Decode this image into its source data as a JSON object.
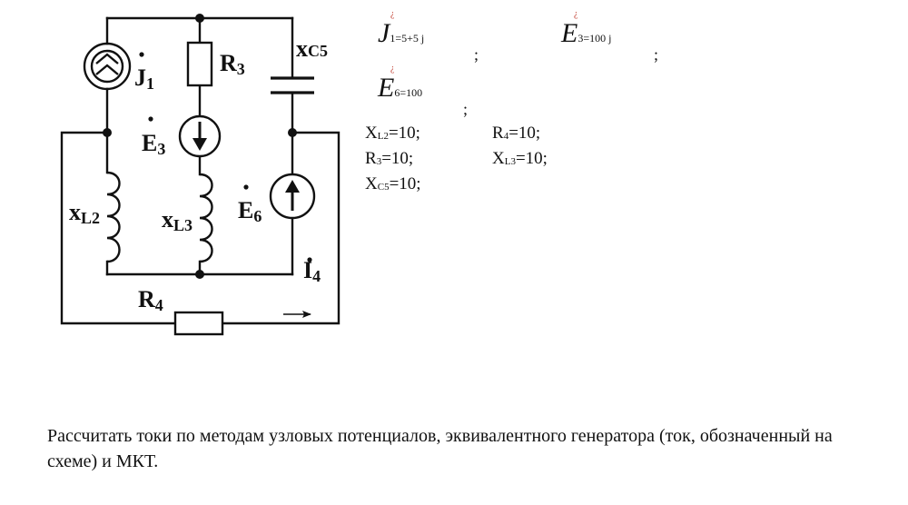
{
  "given": {
    "j1": {
      "letter": "J",
      "marker": "¿",
      "sub": "1",
      "value": "=5+5 j",
      "sep": ";"
    },
    "e3": {
      "letter": "E",
      "marker": "¿",
      "sub": "3",
      "value": "=100 j",
      "sep": ";"
    },
    "e6": {
      "letter": "E",
      "marker": "¿",
      "sub": "6",
      "value": "=100",
      "sep": ";"
    }
  },
  "params": [
    {
      "sym": "X",
      "sub": "L2",
      "val": "=10;"
    },
    {
      "sym": "R",
      "sub": "4",
      "val": "=10;"
    },
    {
      "sym": "R",
      "sub": "3",
      "val": "=10;"
    },
    {
      "sym": "X",
      "sub": "L3",
      "val": "=10;"
    },
    {
      "sym": "X",
      "sub": "C5",
      "val": "=10;"
    }
  ],
  "circuit_labels": {
    "j1": {
      "main": "J",
      "sub": "1"
    },
    "r3": {
      "main": "R",
      "sub": "3"
    },
    "xc5": {
      "main": "x",
      "sub": "C5"
    },
    "e3": {
      "main": "E",
      "sub": "3"
    },
    "xl2": {
      "main": "x",
      "sub": "L2"
    },
    "xl3": {
      "main": "x",
      "sub": "L3"
    },
    "e6": {
      "main": "E",
      "sub": "6"
    },
    "i4": {
      "main": "I",
      "sub": "4"
    },
    "r4": {
      "main": "R",
      "sub": "4"
    }
  },
  "task": "Рассчитать токи по методам узловых потенциалов, эквивалентного генератора (ток, обозначенный на схеме) и МКТ."
}
